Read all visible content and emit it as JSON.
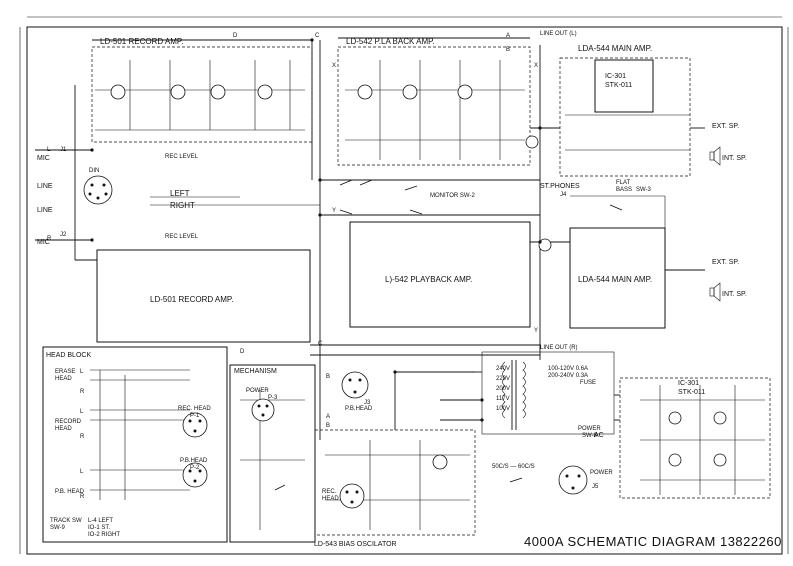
{
  "title": "4000A SCHEMATIC DIAGRAM 13822260",
  "blocks": {
    "record_amp_top": "LD-501 RECORD AMP.",
    "record_amp_bottom": "LD-501 RECORD AMP.",
    "playback_amp_top": "LD-542 P.LA BACK AMP.",
    "playback_amp_bottom": "L)-542 PLAYBACK AMP.",
    "main_amp_top": "LDA-544 MAIN AMP.",
    "main_amp_bottom": "LDA-544 MAIN AMP.",
    "head_block": "HEAD BLOCK",
    "mechanism": "MECHANISM",
    "bias_osc": "LD-543 BIAS OSCILATOR",
    "ic_top": "IC-301\nSTK-011",
    "ic_bottom": "IC-301\nSTK-011"
  },
  "labels": {
    "mic_l": "MIC",
    "line_l": "LINE",
    "line_r": "LINE",
    "mic_r": "MIC",
    "j1": "J1",
    "j2": "J2",
    "j3": "J3",
    "j5": "J5",
    "din": "DIN",
    "left": "LEFT",
    "right": "RIGHT",
    "rec_level_top": "REC LEVEL",
    "rec_level_bottom": "REC LEVEL",
    "monitor": "MONITOR SW-2",
    "st_phones": "ST.PHONES",
    "j4": "J4",
    "line_out_l": "LINE OUT (L)",
    "line_out_r": "LINE OUT (R)",
    "ext_sp_top": "EXT. SP.",
    "int_sp_top": "INT. SP.",
    "ext_sp_bottom": "EXT. SP.",
    "int_sp_bottom": "INT. SP.",
    "flat_bass": "FLAT\nBASS",
    "sw3": "SW-3",
    "erase_head": "ERASE\nHEAD",
    "record_head": "RECORD\nHEAD",
    "pb_head": "P.B. HEAD",
    "rec_head_p1": "REC. HEAD\nP-1",
    "pb_head_p2": "P.B.HEAD\nP-2",
    "power_p3": "POWER\nP-3",
    "pb_head_j3": "P.B.HEAD",
    "rec_head_j": "REC.\nHEAD",
    "power_j5": "POWER",
    "ac": "AC",
    "fuse": "FUSE",
    "power_sw": "POWER\nSW-8",
    "track_sw": "TRACK SW\nSW-9",
    "track_opts": "L-4 LEFT\nIO-1 ST.\nIO-2 RIGHT",
    "volt_240": "240V",
    "volt_220": "220V",
    "volt_200": "200V",
    "volt_117": "117V",
    "volt_100": "100V",
    "freq_note": "100-120V 0.6A\n200-240V 0.3A",
    "hz": "50C/S — 60C/S",
    "l": "L",
    "r": "R",
    "x": "X",
    "y": "Y",
    "a": "A",
    "b": "B",
    "c": "C",
    "d": "D"
  }
}
